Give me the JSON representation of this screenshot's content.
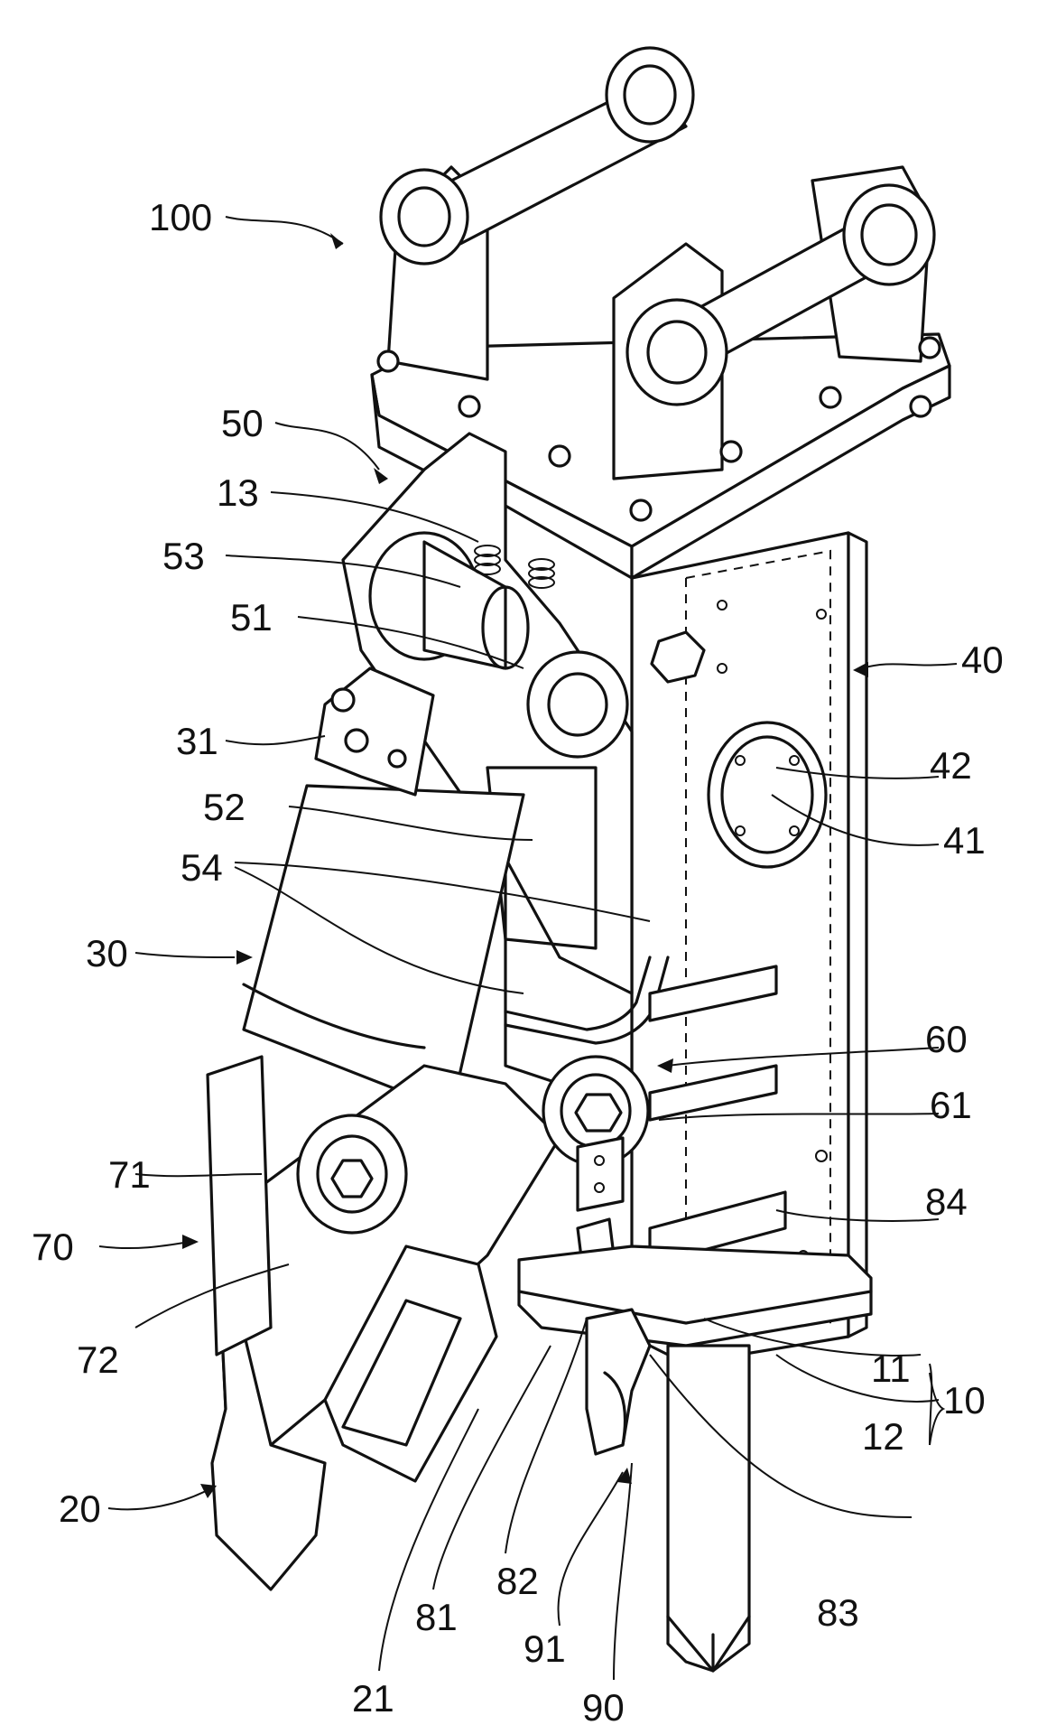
{
  "labels": {
    "l100": "100",
    "l50": "50",
    "l13": "13",
    "l53": "53",
    "l51": "51",
    "l31": "31",
    "l52": "52",
    "l54": "54",
    "l30": "30",
    "l71": "71",
    "l70": "70",
    "l72": "72",
    "l20": "20",
    "l21": "21",
    "l81": "81",
    "l82": "82",
    "l91": "91",
    "l90": "90",
    "l83": "83",
    "l12": "12",
    "l11": "11",
    "l10": "10",
    "l84": "84",
    "l61": "61",
    "l60": "60",
    "l41": "41",
    "l42": "42",
    "l40": "40"
  },
  "colors": {
    "ink": "#111111",
    "paper": "#ffffff"
  }
}
